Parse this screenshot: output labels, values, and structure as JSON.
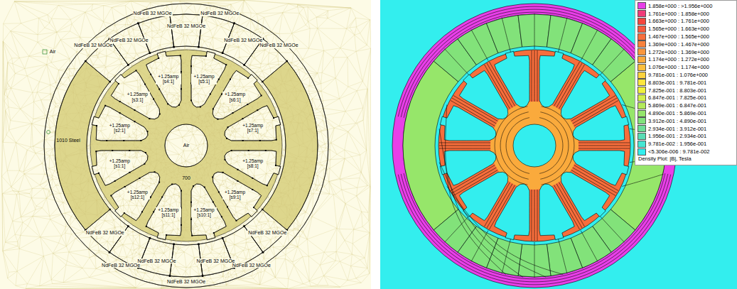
{
  "diagram": {
    "labels": [
      "Air",
      "1010 Steel",
      "NdFeB 32 MGOe",
      "NdFeB 32 MGOe",
      "NdFeB 32 MGOe",
      "NdFeB 32 MGOe",
      "NdFeB 32 MGOe",
      "NdFeB 32 MGOe",
      "NdFeB 32 MGOe",
      "NdFeB 32 MGOe",
      "NdFeB 32 MGOe",
      "NdFeB 32 MGOe",
      "NdFeB 32 MGOe",
      "NdFeB 32 MGOe",
      "NdFeB 32 MGOe",
      "NdFeB 32 MGOe",
      "+1.25amp [s1:1]",
      "+1.25amp [s2:1]",
      "+1.25amp [s3:1]",
      "+1.25amp [s4:1]",
      "+1.25amp [s5:1]",
      "+1.25amp [s6:1]",
      "+1.25amp [s7:1]",
      "+1.25amp [s8:1]",
      "+1.25amp [s9:1]",
      "+1.25amp [s10:1]",
      "+1.25amp [s11:1]",
      "+1.25amp [s12:1]",
      "Air",
      "700",
      "Density Plot: |B|, Tesla"
    ],
    "legend": [
      {
        "text": "1.858e+000 : >1.956e+000",
        "color": "#e83fe8"
      },
      {
        "text": "1.761e+000 : 1.858e+000",
        "color": "#f03c78"
      },
      {
        "text": "1.663e+000 : 1.761e+000",
        "color": "#f5463c"
      },
      {
        "text": "1.565e+000 : 1.663e+000",
        "color": "#f65a3c"
      },
      {
        "text": "1.467e+000 : 1.565e+000",
        "color": "#f76e3c"
      },
      {
        "text": "1.369e+000 : 1.467e+000",
        "color": "#f8823c"
      },
      {
        "text": "1.272e+000 : 1.369e+000",
        "color": "#f9963c"
      },
      {
        "text": "1.174e+000 : 1.272e+000",
        "color": "#faaa3c"
      },
      {
        "text": "1.076e+000 : 1.174e+000",
        "color": "#fbbe3c"
      },
      {
        "text": "9.781e-001 : 1.076e+000",
        "color": "#fcd23c"
      },
      {
        "text": "8.803e-001 : 9.781e-001",
        "color": "#fde63c"
      },
      {
        "text": "7.825e-001 : 8.803e-001",
        "color": "#f0f03c"
      },
      {
        "text": "6.847e-001 : 7.825e-001",
        "color": "#d2ee4a"
      },
      {
        "text": "5.869e-001 : 6.847e-001",
        "color": "#b4ea5a"
      },
      {
        "text": "4.890e-001 : 5.869e-001",
        "color": "#96e66a"
      },
      {
        "text": "3.912e-001 : 4.890e-001",
        "color": "#82e27a"
      },
      {
        "text": "2.934e-001 : 3.912e-001",
        "color": "#6ede96"
      },
      {
        "text": "1.956e-001 : 2.934e-001",
        "color": "#5adcb4"
      },
      {
        "text": "9.781e-002 : 1.956e-001",
        "color": "#46e6d2"
      },
      {
        "text": "<5.306e-006 : 9.781e-002",
        "color": "#33eeee"
      }
    ]
  }
}
